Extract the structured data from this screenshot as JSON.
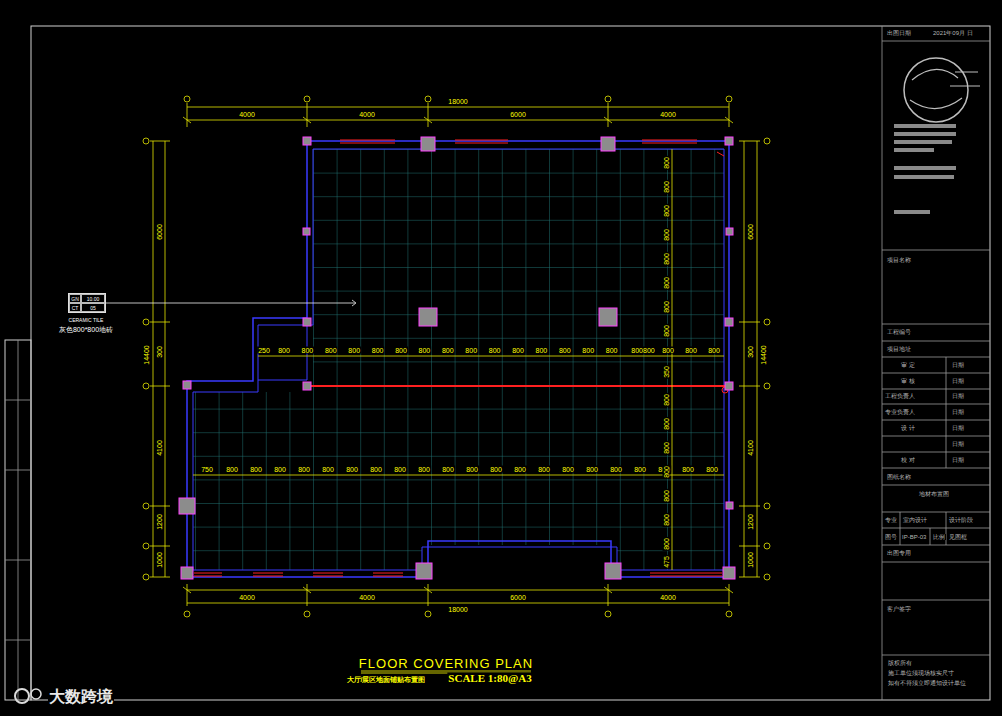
{
  "diagram": {
    "title": "FLOOR COVERING PLAN",
    "nodes": [
      {
        "text": [
          "GN",
          "10.00",
          "CT",
          "05"
        ]
      }
    ],
    "labels": [
      "4000",
      "4000",
      "18000",
      "6000",
      "4000",
      "4000",
      "4000",
      "18000",
      "6000",
      "4000",
      "6000",
      "300",
      "14400",
      "4100",
      "1200",
      "1000",
      "6000",
      "300",
      "14400",
      "4100",
      "1200",
      "1000",
      "250",
      "800",
      "800",
      "800",
      "800",
      "800",
      "800",
      "800",
      "800",
      "800",
      "800",
      "800",
      "800",
      "800",
      "800",
      "800",
      "800800",
      "800",
      "800",
      "800",
      "750",
      "800",
      "800",
      "800",
      "800",
      "800",
      "800",
      "800",
      "800",
      "800",
      "800",
      "800",
      "800",
      "800",
      "800",
      "800",
      "800",
      "800",
      "800",
      "800",
      "800",
      "800",
      "800",
      "800",
      "800",
      "800",
      "800",
      "800",
      "800",
      "800",
      "350",
      "800",
      "800",
      "800",
      "800",
      "800",
      "800",
      "800",
      "475",
      "CERAMIC TILE",
      "灰色800*800地砖",
      "大厅/展区地面铺贴布置图",
      "SCALE 1:80@A3",
      "出图日期",
      "2021年09月 日",
      "项目名称",
      "工程编号",
      "项目地址",
      "审 定",
      "日期",
      "审 核",
      "日期",
      "工程负责人",
      "日期",
      "专业负责人",
      "日期",
      "设 计",
      "日期",
      "日期",
      "校 对",
      "日期",
      "图纸名称",
      "地材布置图",
      "专业",
      "室内设计",
      "设计阶段",
      "图号",
      "IP-BP-03",
      "比例",
      "见图框",
      "出图专用",
      "客户签字",
      "版权所有",
      "施工单位须现场核实尺寸",
      "如有不符须立即通知设计单位",
      "大数跨境"
    ]
  }
}
